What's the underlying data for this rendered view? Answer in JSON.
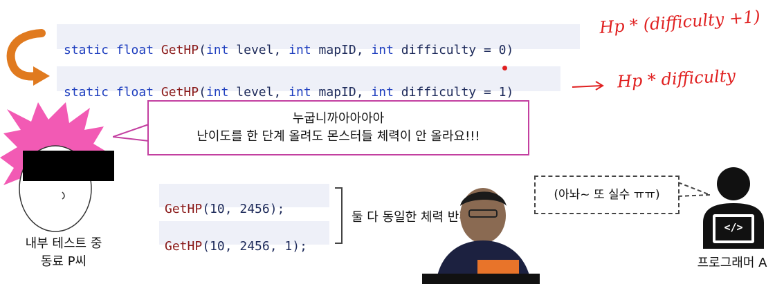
{
  "code_lines": [
    {
      "kw1": "static",
      "kw2": "float",
      "fn": "GetHP",
      "p1": "int",
      "a1": "level",
      "p2": "int",
      "a2": "mapID",
      "p3": "int",
      "a3": "difficulty",
      "eq": "=",
      "val": "0"
    },
    {
      "kw1": "static",
      "kw2": "float",
      "fn": "GetHP",
      "p1": "int",
      "a1": "level",
      "p2": "int",
      "a2": "mapID",
      "p3": "int",
      "a3": "difficulty",
      "eq": "=",
      "val": "1"
    }
  ],
  "annotations": {
    "top": "Hp * (difficulty +1)",
    "bottom": "Hp * difficulty"
  },
  "speech_bubble": {
    "line1": "누굽니까아아아아",
    "line2": "난이도를 한 단계 올려도 몬스터들 체력이 안 올라요!!!"
  },
  "character_left": {
    "caption_line1": "내부 테스트 중",
    "caption_line2": "동료 P씨"
  },
  "calls": [
    {
      "fn": "GetHP",
      "args": "(10, 2456);"
    },
    {
      "fn": "GetHP",
      "args": "(10, 2456, 1);"
    }
  ],
  "calls_note": "둘 다 동일한 체력 반환",
  "programmer": {
    "thought": "(아놔~ 또 실수 ㅠㅠ)",
    "caption": "프로그래머 A",
    "icon_text": "</>"
  },
  "colors": {
    "accent": "#c33fa0",
    "annotation": "#e02020",
    "code_bg": "#eef0f8",
    "arrow": "#e07a1f"
  }
}
